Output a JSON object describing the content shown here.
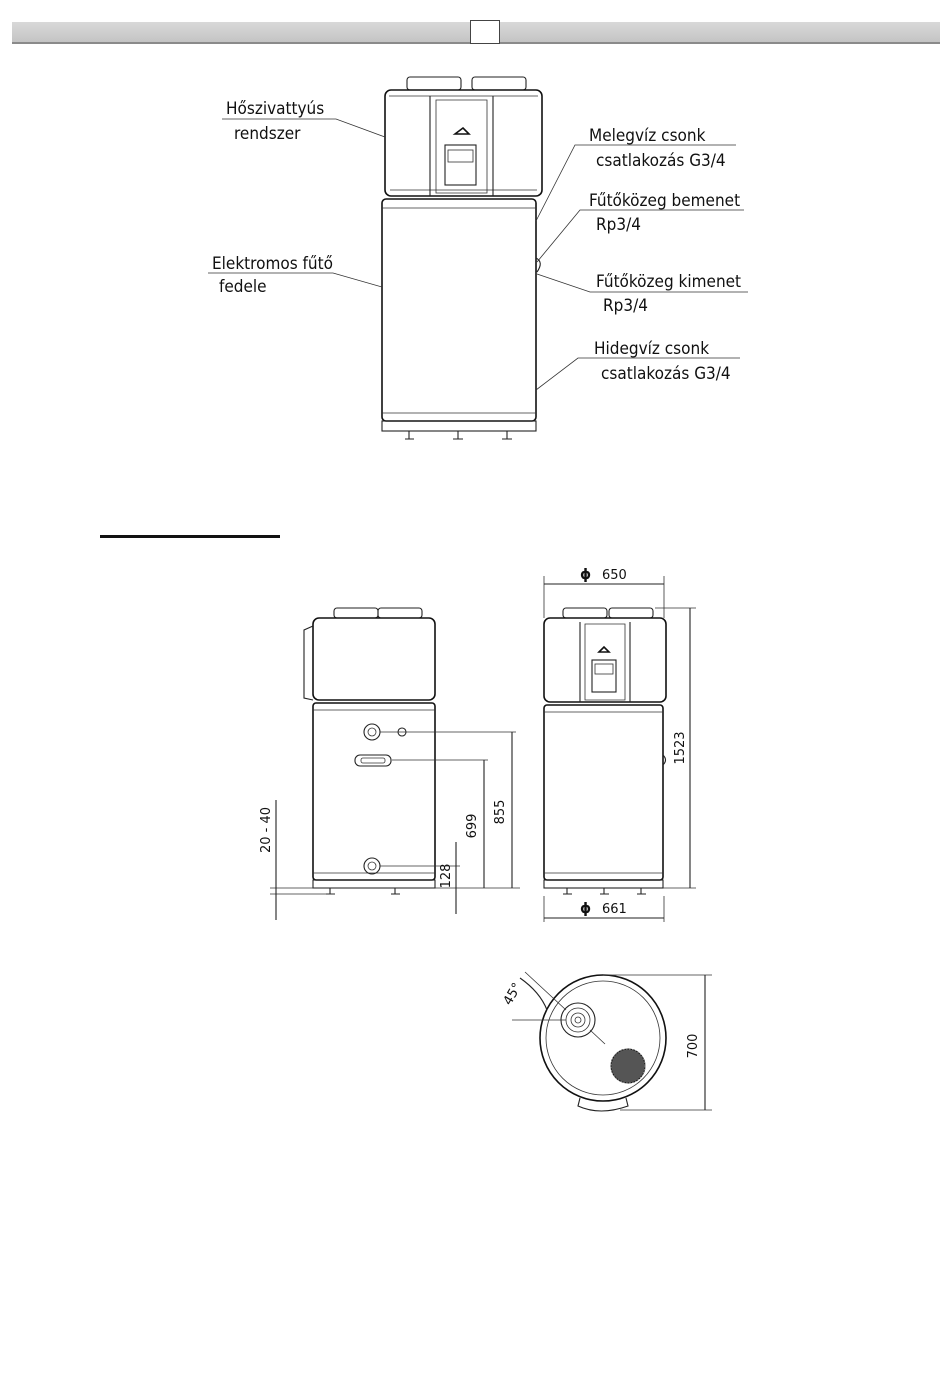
{
  "header": {
    "page_number": ""
  },
  "overview": {
    "labels": {
      "heat_pump_line1": "Hőszivattyús",
      "heat_pump_line2": "rendszer",
      "hot_water_line1": "Melegvíz csonk",
      "hot_water_line2": "csatlakozás G3/4",
      "heating_in_line1": "Fűtőközeg bemenet",
      "heating_in_line2": "Rp3/4",
      "electric_heater_line1": "Elektromos fűtő",
      "electric_heater_line2": "fedele",
      "heating_out_line1": "Fűtőközeg kimenet",
      "heating_out_line2": "Rp3/4",
      "cold_water_line1": "Hidegvíz csonk",
      "cold_water_line2": "csatlakozás G3/4"
    }
  },
  "section_heading": "",
  "dimensions": {
    "diameter_symbol": "ϕ",
    "top_diameter": "650",
    "bottom_diameter": "661",
    "total_height": "1523",
    "hot_water_height": "855",
    "heating_height": "699",
    "cold_water_height": "128",
    "foot_range": "20 - 40",
    "angle": "45°",
    "depth": "700"
  }
}
